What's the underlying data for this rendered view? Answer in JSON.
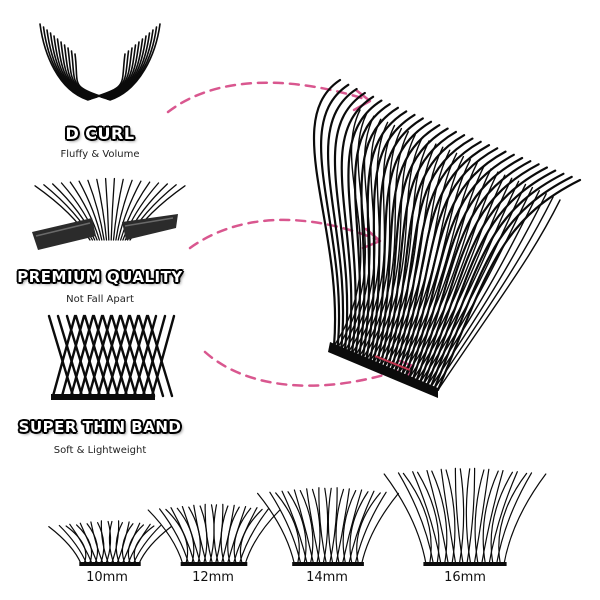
{
  "features": [
    {
      "title": "D CURL",
      "subtitle": "Fluffy & Volume",
      "icon": "d-curl-lash-icon"
    },
    {
      "title": "PREMIUM QUALITY",
      "subtitle": "Not Fall Apart",
      "icon": "lash-with-tweezers-icon"
    },
    {
      "title": "SUPER THIN BAND",
      "subtitle": "Soft & Lightweight",
      "icon": "thin-band-closeup-icon"
    }
  ],
  "sizes": [
    {
      "label": "10mm",
      "level": 0.62
    },
    {
      "label": "12mm",
      "level": 0.75
    },
    {
      "label": "14mm",
      "level": 0.87
    },
    {
      "label": "16mm",
      "level": 1.0
    }
  ],
  "colors": {
    "lash": "#0b0b0b",
    "arrow": "#d9578f",
    "band_accent": "#c4354f",
    "tweezer": "#2b2b2b"
  }
}
